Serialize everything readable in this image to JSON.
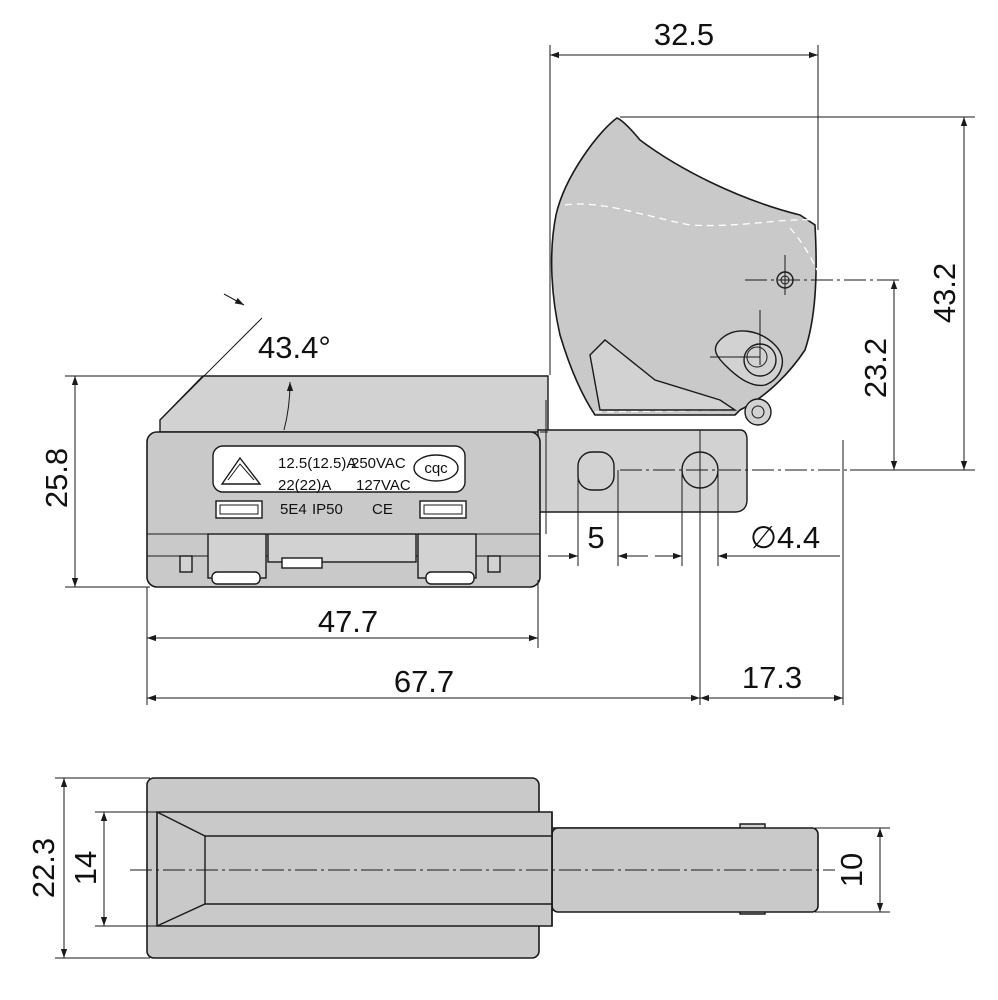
{
  "dimensions": {
    "top_width": "32.5",
    "total_height": "43.2",
    "pivot_height": "23.2",
    "angle": "43.4°",
    "body_height": "25.8",
    "hole_spacing": "5",
    "hole_diameter": "∅4.4",
    "body_length": "47.7",
    "overall_length": "67.7",
    "trigger_offset": "17.3",
    "bottom_height": "22.3",
    "inner_height": "14",
    "trigger_width": "10"
  },
  "label": {
    "line1_rating": "12.5(12.5)A",
    "line1_voltage": "250VAC",
    "line2_rating": "22(22)A",
    "line2_voltage": "127VAC",
    "line3_code": "5E4",
    "line3_ip": "IP50",
    "cqc_mark": "cqc",
    "ce_mark": "CE"
  }
}
